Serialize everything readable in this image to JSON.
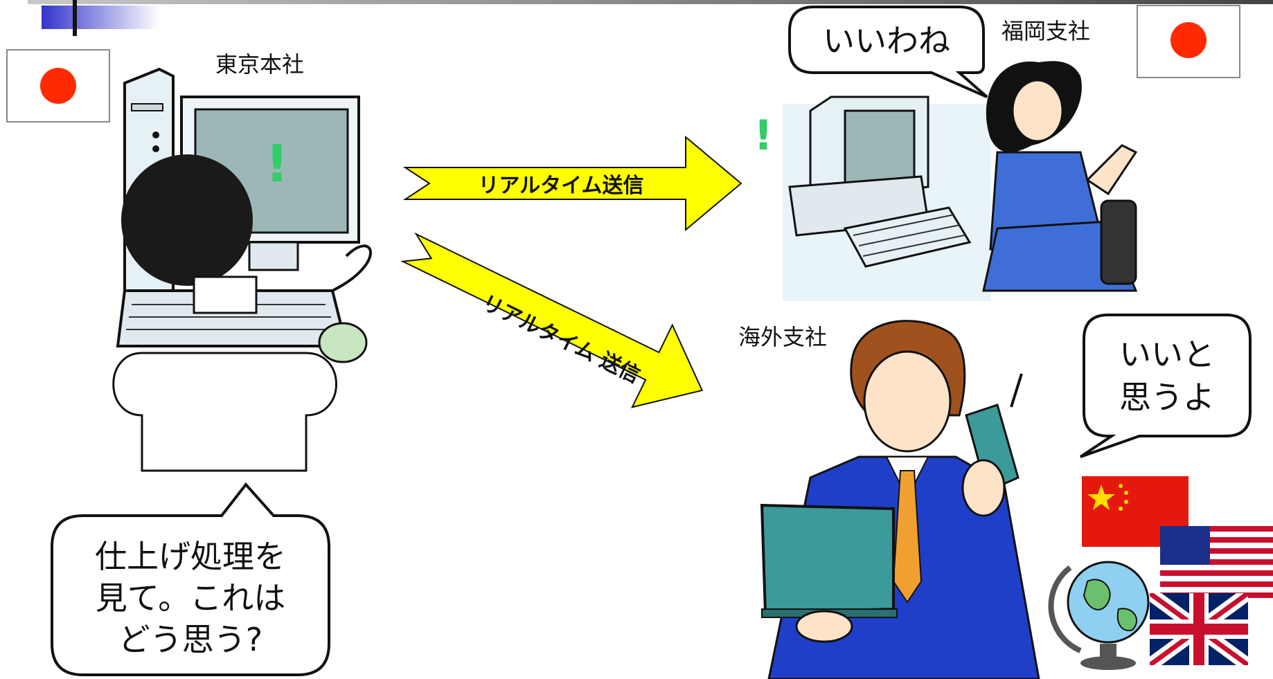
{
  "locations": {
    "tokyo": "東京本社",
    "fukuoka": "福岡支社",
    "overseas": "海外支社"
  },
  "arrows": {
    "to_fukuoka": "リアルタイム送信",
    "to_overseas": "リアルタイム 送信"
  },
  "bubbles": {
    "tokyo": [
      "仕上げ処理を",
      "見て。これは",
      "どう思う?"
    ],
    "fukuoka": [
      "いいわね"
    ],
    "overseas": [
      "いいと",
      "思うよ"
    ]
  },
  "screen_mark": "!",
  "colors": {
    "arrow": "#ffff00",
    "japan_red": "#ff2a00",
    "screen": "#9db7b7",
    "suit": "#1f3fc8",
    "laptop": "#3b9a9a",
    "header_bar": "#3333cc"
  },
  "icons": [
    "japan-flag-icon",
    "china-flag-icon",
    "usa-flag-icon",
    "uk-flag-icon",
    "globe-icon"
  ]
}
